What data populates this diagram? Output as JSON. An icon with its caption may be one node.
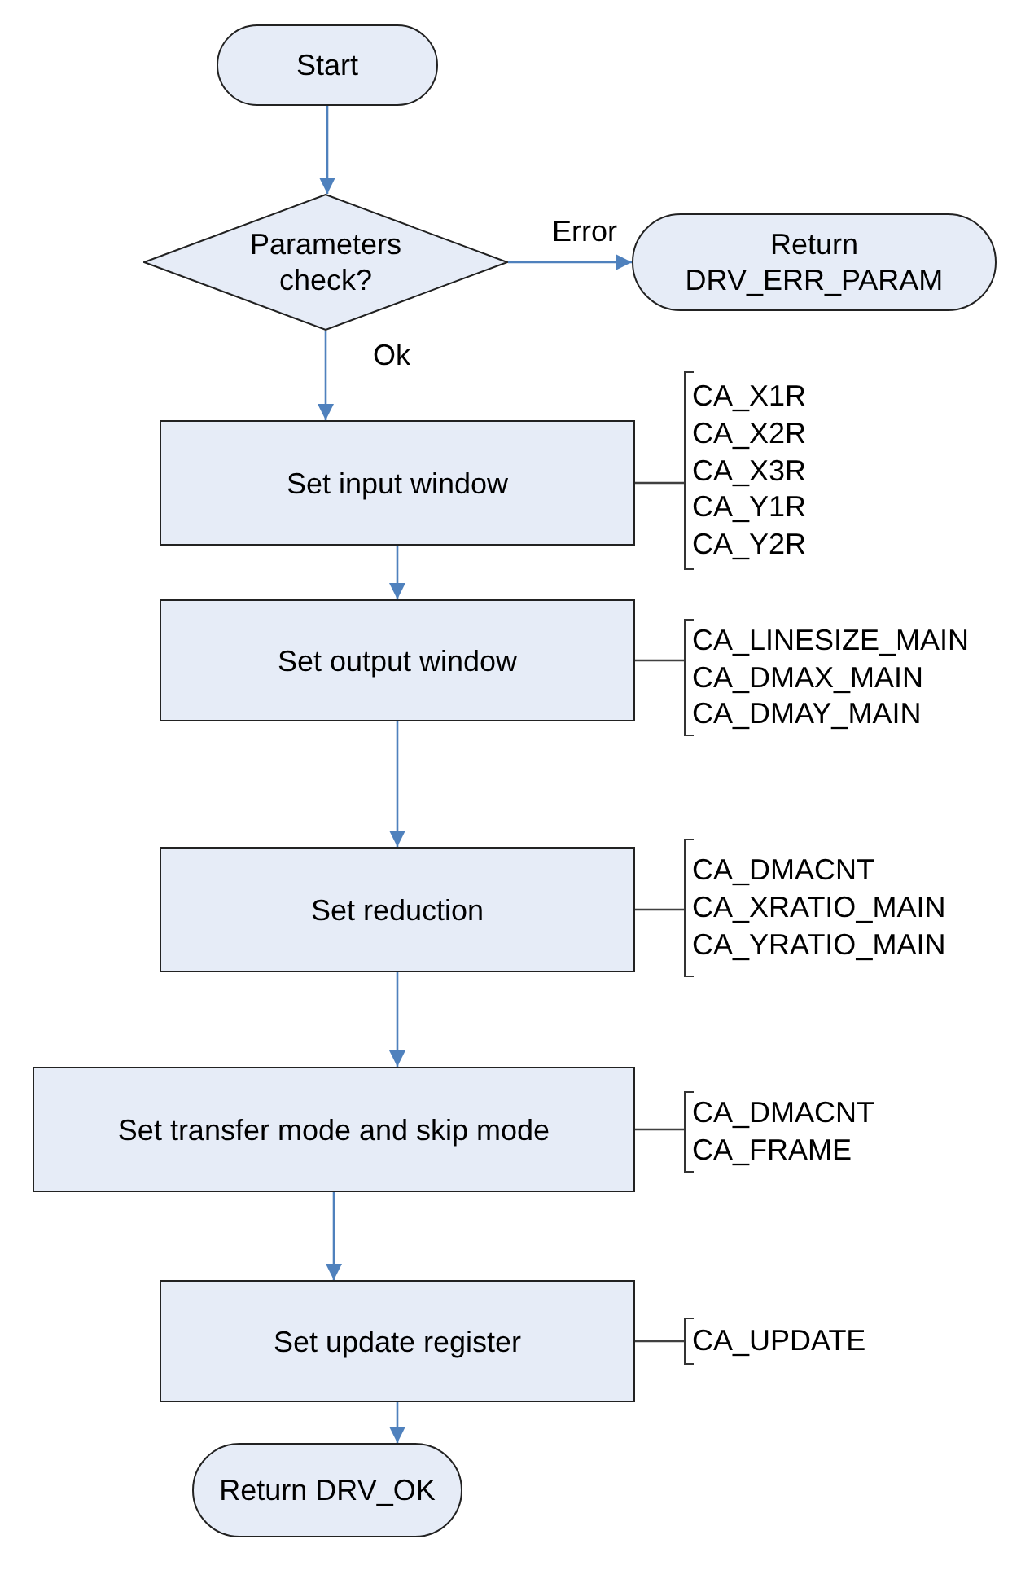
{
  "diagram": {
    "nodes": [
      {
        "text": [
          "Start"
        ]
      },
      {
        "text": [
          "Parameters check?"
        ]
      },
      {
        "text": [
          "Return DRV_ERR_PARAM"
        ]
      },
      {
        "text": [
          "Set input window"
        ]
      },
      {
        "text": [
          "CA_X1R",
          "CA_X2R",
          "CA_X3R",
          "CA_Y1R",
          "CA_Y2R"
        ]
      },
      {
        "text": [
          "Set output window"
        ]
      },
      {
        "text": [
          "CA_LINESIZE_MAIN",
          "CA_DMAX_MAIN",
          "CA_DMAY_MAIN"
        ]
      },
      {
        "text": [
          "Set reduction"
        ]
      },
      {
        "text": [
          "CA_DMACNT",
          "CA_XRATIO_MAIN",
          "CA_YRATIO_MAIN"
        ]
      },
      {
        "text": [
          "Set transfer mode and skip mode"
        ]
      },
      {
        "text": [
          "CA_DMACNT",
          "CA_FRAME"
        ]
      },
      {
        "text": [
          "Set update register"
        ]
      },
      {
        "text": [
          "CA_UPDATE"
        ]
      },
      {
        "text": [
          "Return DRV_OK"
        ]
      }
    ],
    "edges": [
      {
        "from": 0,
        "to": 1,
        "arrow": "to"
      },
      {
        "from": 1,
        "to": 2,
        "arrow": "to",
        "label": "Error"
      },
      {
        "from": 1,
        "to": 3,
        "arrow": "to",
        "label": "Ok"
      },
      {
        "from": 3,
        "to": 4,
        "arrow": "none",
        "color": "#404040"
      },
      {
        "from": 3,
        "to": 5,
        "arrow": "to"
      },
      {
        "from": 5,
        "to": 6,
        "arrow": "none",
        "color": "#404040"
      },
      {
        "from": 5,
        "to": 7,
        "arrow": "to"
      },
      {
        "from": 7,
        "to": 8,
        "arrow": "none",
        "color": "#404040"
      },
      {
        "from": 7,
        "to": 9,
        "arrow": "to"
      },
      {
        "from": 9,
        "to": 10,
        "arrow": "none",
        "color": "#404040"
      },
      {
        "from": 9,
        "to": 11,
        "arrow": "to"
      },
      {
        "from": 11,
        "to": 12,
        "arrow": "none",
        "color": "#404040"
      },
      {
        "from": 11,
        "to": 13,
        "arrow": "to"
      }
    ]
  }
}
